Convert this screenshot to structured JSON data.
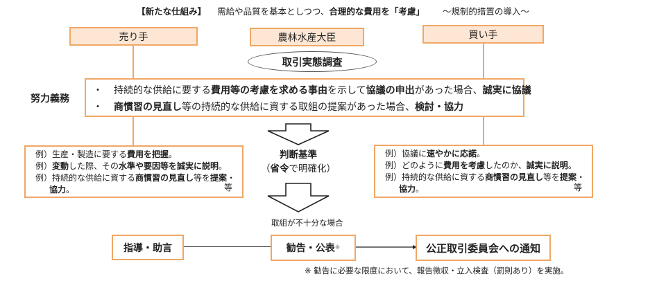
{
  "title": {
    "bracket": "【新たな仕組み】",
    "part1": "需給や品質を基本としつつ、",
    "part2_bold": "合理的な費用を「考慮」",
    "part3": "～規制的措置の導入～"
  },
  "actors": {
    "seller": "売り手",
    "minister": "農林水産大臣",
    "buyer": "買い手"
  },
  "survey": "取引実態調査",
  "duty": {
    "label": "努力義務",
    "bullet": "・",
    "line1": [
      {
        "text": "持続的な供給に要する",
        "bold": false
      },
      {
        "text": "費用等の考慮を求める事由",
        "bold": true
      },
      {
        "text": "を示して",
        "bold": false
      },
      {
        "text": "協議の申出",
        "bold": true
      },
      {
        "text": "があった場合、",
        "bold": false
      },
      {
        "text": "誠実に協議",
        "bold": true
      }
    ],
    "line2": [
      {
        "text": "商慣習の見直し",
        "bold": true
      },
      {
        "text": "等の持続的な供給に資する取組の提案があった場合、",
        "bold": false
      },
      {
        "text": "検討・協力",
        "bold": true
      }
    ]
  },
  "seller_examples": {
    "lines": [
      [
        {
          "text": "例）生産・製造に要する",
          "bold": false
        },
        {
          "text": "費用を把握",
          "bold": true
        },
        {
          "text": "。",
          "bold": false
        }
      ],
      [
        {
          "text": "例）",
          "bold": false
        },
        {
          "text": "変動",
          "bold": true
        },
        {
          "text": "した際、その",
          "bold": false
        },
        {
          "text": "水準や要因等を誠実に説明",
          "bold": true
        },
        {
          "text": "。",
          "bold": false
        }
      ],
      [
        {
          "text": "例）持続的な供給に資する",
          "bold": false
        },
        {
          "text": "商慣習の見直し",
          "bold": true
        },
        {
          "text": "等を",
          "bold": false
        },
        {
          "text": "提案",
          "bold": true
        },
        {
          "text": "・",
          "bold": false
        }
      ]
    ],
    "continuation": "協力",
    "continuation_end": "。",
    "etc": "等"
  },
  "buyer_examples": {
    "lines": [
      [
        {
          "text": "例）協議に",
          "bold": false
        },
        {
          "text": "速やかに応諾",
          "bold": true
        },
        {
          "text": "。",
          "bold": false
        }
      ],
      [
        {
          "text": "例）どのように",
          "bold": false
        },
        {
          "text": "費用を考慮",
          "bold": true
        },
        {
          "text": "したのか、",
          "bold": false
        },
        {
          "text": "誠実に説明",
          "bold": true
        },
        {
          "text": "。",
          "bold": false
        }
      ],
      [
        {
          "text": "例）持続的な供給に資する",
          "bold": false
        },
        {
          "text": "商慣習の見直し",
          "bold": true
        },
        {
          "text": "等を",
          "bold": false
        },
        {
          "text": "提案",
          "bold": true
        },
        {
          "text": "・",
          "bold": false
        }
      ]
    ],
    "continuation": "協力",
    "continuation_end": "。",
    "etc": "等"
  },
  "criteria": {
    "title": "判断基準",
    "open": "（",
    "bold": "省令",
    "rest": "で明確化）"
  },
  "insufficient": "取組が不十分な場合",
  "actions": {
    "guidance": "指導・助言",
    "recommend": "勧告・公表",
    "recommend_mark": "※",
    "notify": "公正取引委員会への通知"
  },
  "footnote": "※ 勧告に必要な限度において、報告徴収・立入検査（罰則あり）を実施。",
  "colors": {
    "accent_border": "#f0a765",
    "header_fill": "#fde6d4"
  }
}
